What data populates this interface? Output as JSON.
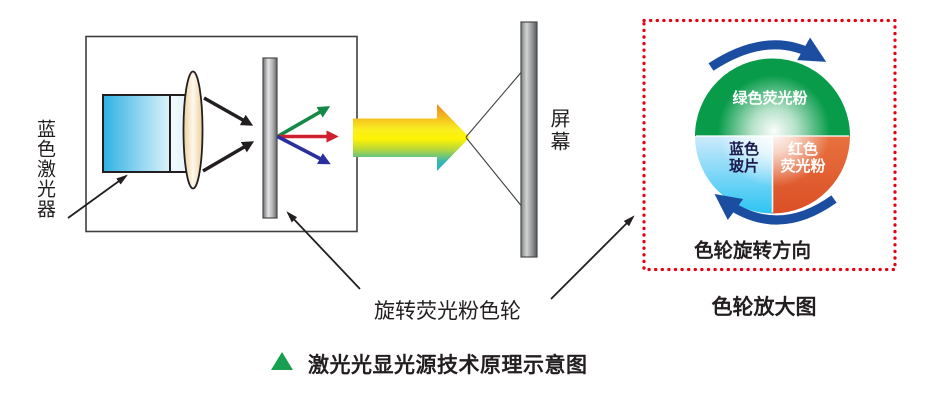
{
  "diagram": {
    "left_unit": {
      "laser_label": "蓝色激光器"
    },
    "screen_label": "屏幕",
    "wheel_pointer_label": "旋转荧光粉色轮",
    "magnified_view": {
      "green_segment_label": "绿色荧光粉",
      "blue_segment_label_line1": "蓝色",
      "blue_segment_label_line2": "玻片",
      "red_segment_label_line1": "红色",
      "red_segment_label_line2": "荧光粉",
      "rotation_label": "色轮旋转方向",
      "title": "色轮放大图"
    },
    "caption": "激光光显光源技术原理示意图",
    "colors": {
      "green_phosphor": "#089c4a",
      "red_phosphor": "#e0572a",
      "blue_glass": "#2cc4f3",
      "rotation_arrow": "#1b4da1",
      "dotted_border": "#e60012",
      "laser_blue": "#2fb1e3",
      "beam_green": "#148945",
      "beam_red": "#cf2030",
      "beam_blue": "#2b2e9e",
      "caption_triangle": "#18a050",
      "text": "#231f20"
    }
  }
}
